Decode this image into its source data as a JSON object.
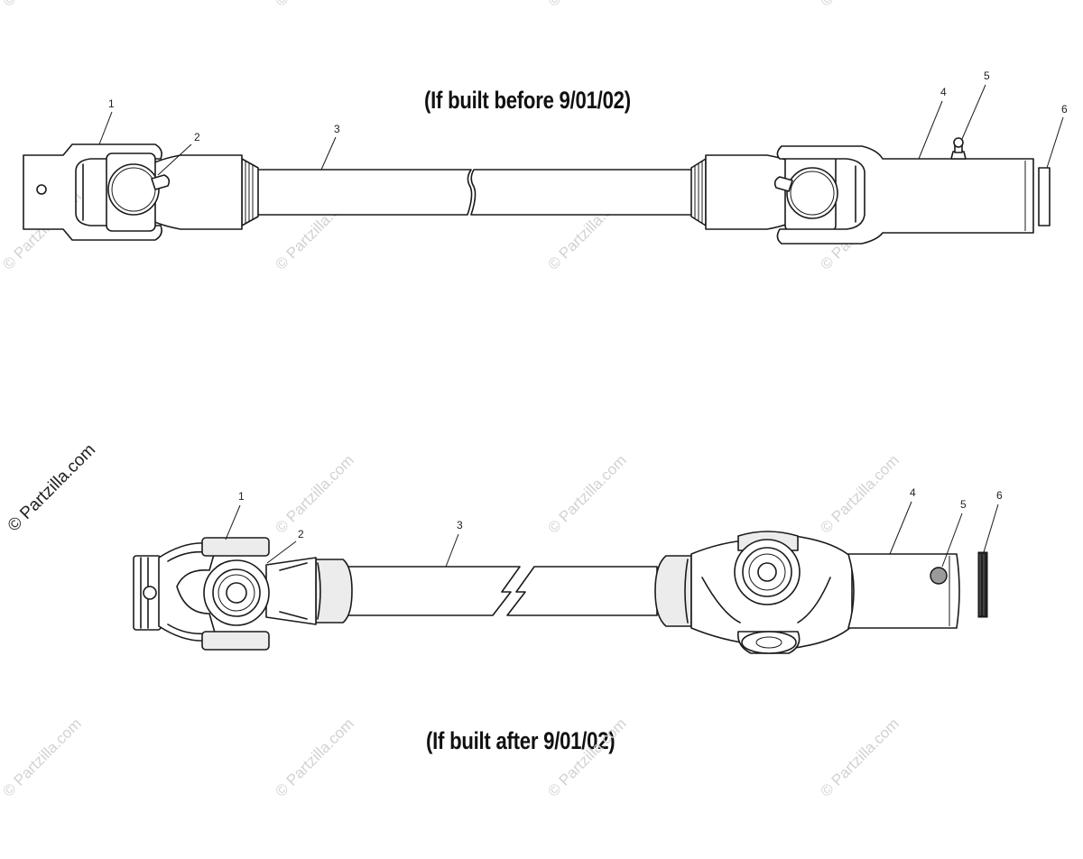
{
  "upper_assembly": {
    "title": "(If built before 9/01/02)",
    "callouts": [
      "1",
      "2",
      "3",
      "4",
      "5",
      "6"
    ]
  },
  "lower_assembly": {
    "title": "(If built after 9/01/02)",
    "callouts": [
      "1",
      "2",
      "3",
      "4",
      "5",
      "6"
    ]
  },
  "watermark": {
    "text": "© Partzilla.com",
    "color": "#d2d2d2"
  },
  "side_watermark": {
    "text": "© Partzilla.com"
  }
}
